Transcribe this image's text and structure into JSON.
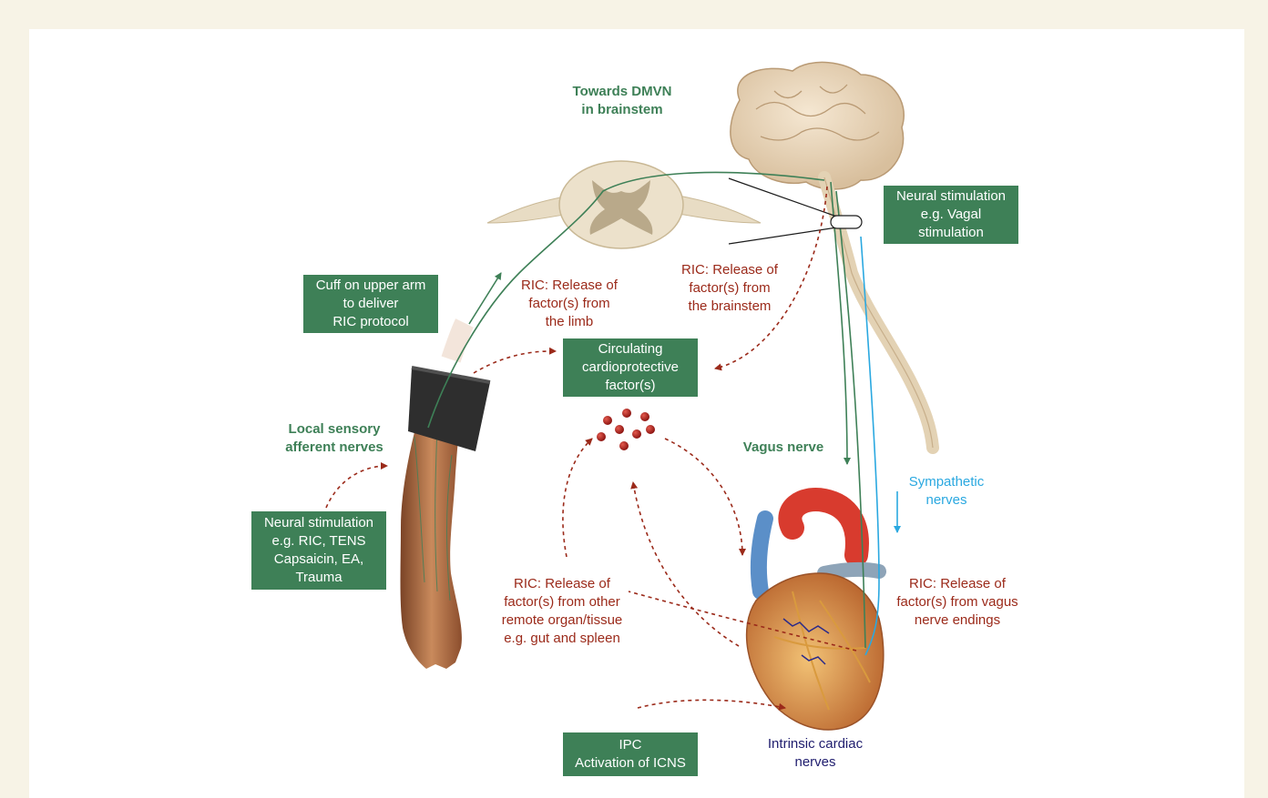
{
  "boxes": {
    "neural_vagal": [
      "Neural stimulation",
      "e.g. Vagal",
      "stimulation"
    ],
    "cuff": [
      "Cuff on upper arm",
      "to deliver",
      "RIC protocol"
    ],
    "circulating": [
      "Circulating",
      "cardioprotective",
      "factor(s)"
    ],
    "neural_ric": [
      "Neural stimulation",
      "e.g. RIC, TENS",
      "Capsaicin, EA,",
      "Trauma"
    ],
    "ipc": [
      "IPC",
      "Activation of ICNS"
    ]
  },
  "labels": {
    "dmvn": [
      "Towards DMVN",
      "in brainstem"
    ],
    "ric_limb": [
      "RIC: Release of",
      "factor(s) from",
      "the limb"
    ],
    "ric_brainstem": [
      "RIC: Release of",
      "factor(s) from",
      "the brainstem"
    ],
    "local_sensory": [
      "Local sensory",
      "afferent nerves"
    ],
    "vagus": [
      "Vagus nerve"
    ],
    "sympathetic": [
      "Sympathetic",
      "nerves"
    ],
    "ric_remote": [
      "RIC: Release of",
      "factor(s) from other",
      "remote organ/tissue",
      "e.g. gut and spleen"
    ],
    "ric_vagus": [
      "RIC: Release of",
      "factor(s) from vagus",
      "nerve endings"
    ],
    "intrinsic": [
      "Intrinsic cardiac",
      "nerves"
    ]
  },
  "colors": {
    "box_green": "#3e8057",
    "label_green": "#3e8057",
    "label_red": "#9b2a1a",
    "label_blue": "#2aa8e0",
    "label_navy": "#1f1d6e",
    "dashed_arrow": "#9b2a1a",
    "nerve_green": "#3e8057",
    "nerve_blue": "#2aa8e0"
  },
  "icons": [
    "brain-icon",
    "spinal-cord-icon",
    "arm-icon",
    "cuff-icon",
    "heart-icon",
    "circulating-factor-particles-icon"
  ]
}
